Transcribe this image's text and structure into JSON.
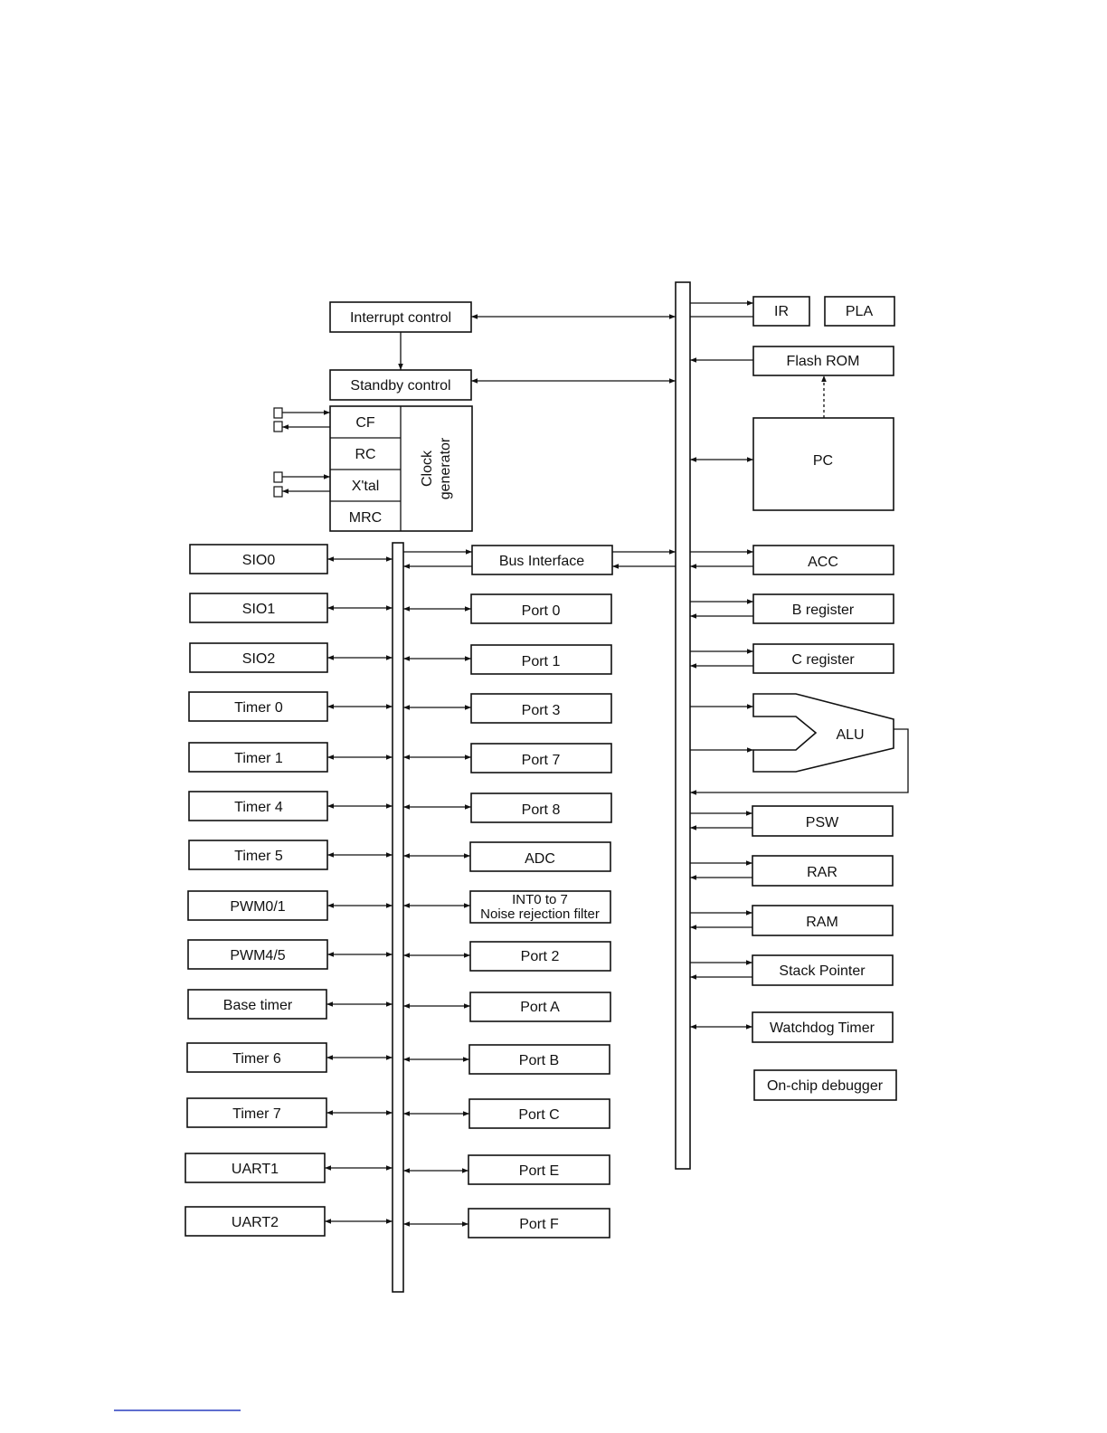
{
  "blocks": {
    "interrupt_control": "Interrupt control",
    "standby_control": "Standby control",
    "cf": "CF",
    "rc": "RC",
    "xtal": "X'tal",
    "mrc": "MRC",
    "clock_gen_line1": "Clock",
    "clock_gen_line2": "generator",
    "bus_interface": "Bus Interface",
    "int_filter_line1": "INT0 to 7",
    "int_filter_line2": "Noise rejection filter"
  },
  "left_peripherals": [
    "SIO0",
    "SIO1",
    "SIO2",
    "Timer 0",
    "Timer 1",
    "Timer 4",
    "Timer 5",
    "PWM0/1",
    "PWM4/5",
    "Base timer",
    "Timer 6",
    "Timer 7",
    "UART1",
    "UART2"
  ],
  "middle_peripherals": [
    "Port 0",
    "Port 1",
    "Port 3",
    "Port 7",
    "Port 8",
    "ADC",
    "Port 2",
    "Port A",
    "Port B",
    "Port C",
    "Port E",
    "Port F"
  ],
  "core": {
    "ir": "IR",
    "pla": "PLA",
    "flash_rom": "Flash ROM",
    "pc": "PC",
    "acc": "ACC",
    "b_register": "B register",
    "c_register": "C register",
    "alu": "ALU",
    "psw": "PSW",
    "rar": "RAR",
    "ram": "RAM",
    "stack_pointer": "Stack Pointer",
    "watchdog_timer": "Watchdog Timer",
    "on_chip_debugger": "On-chip debugger"
  }
}
